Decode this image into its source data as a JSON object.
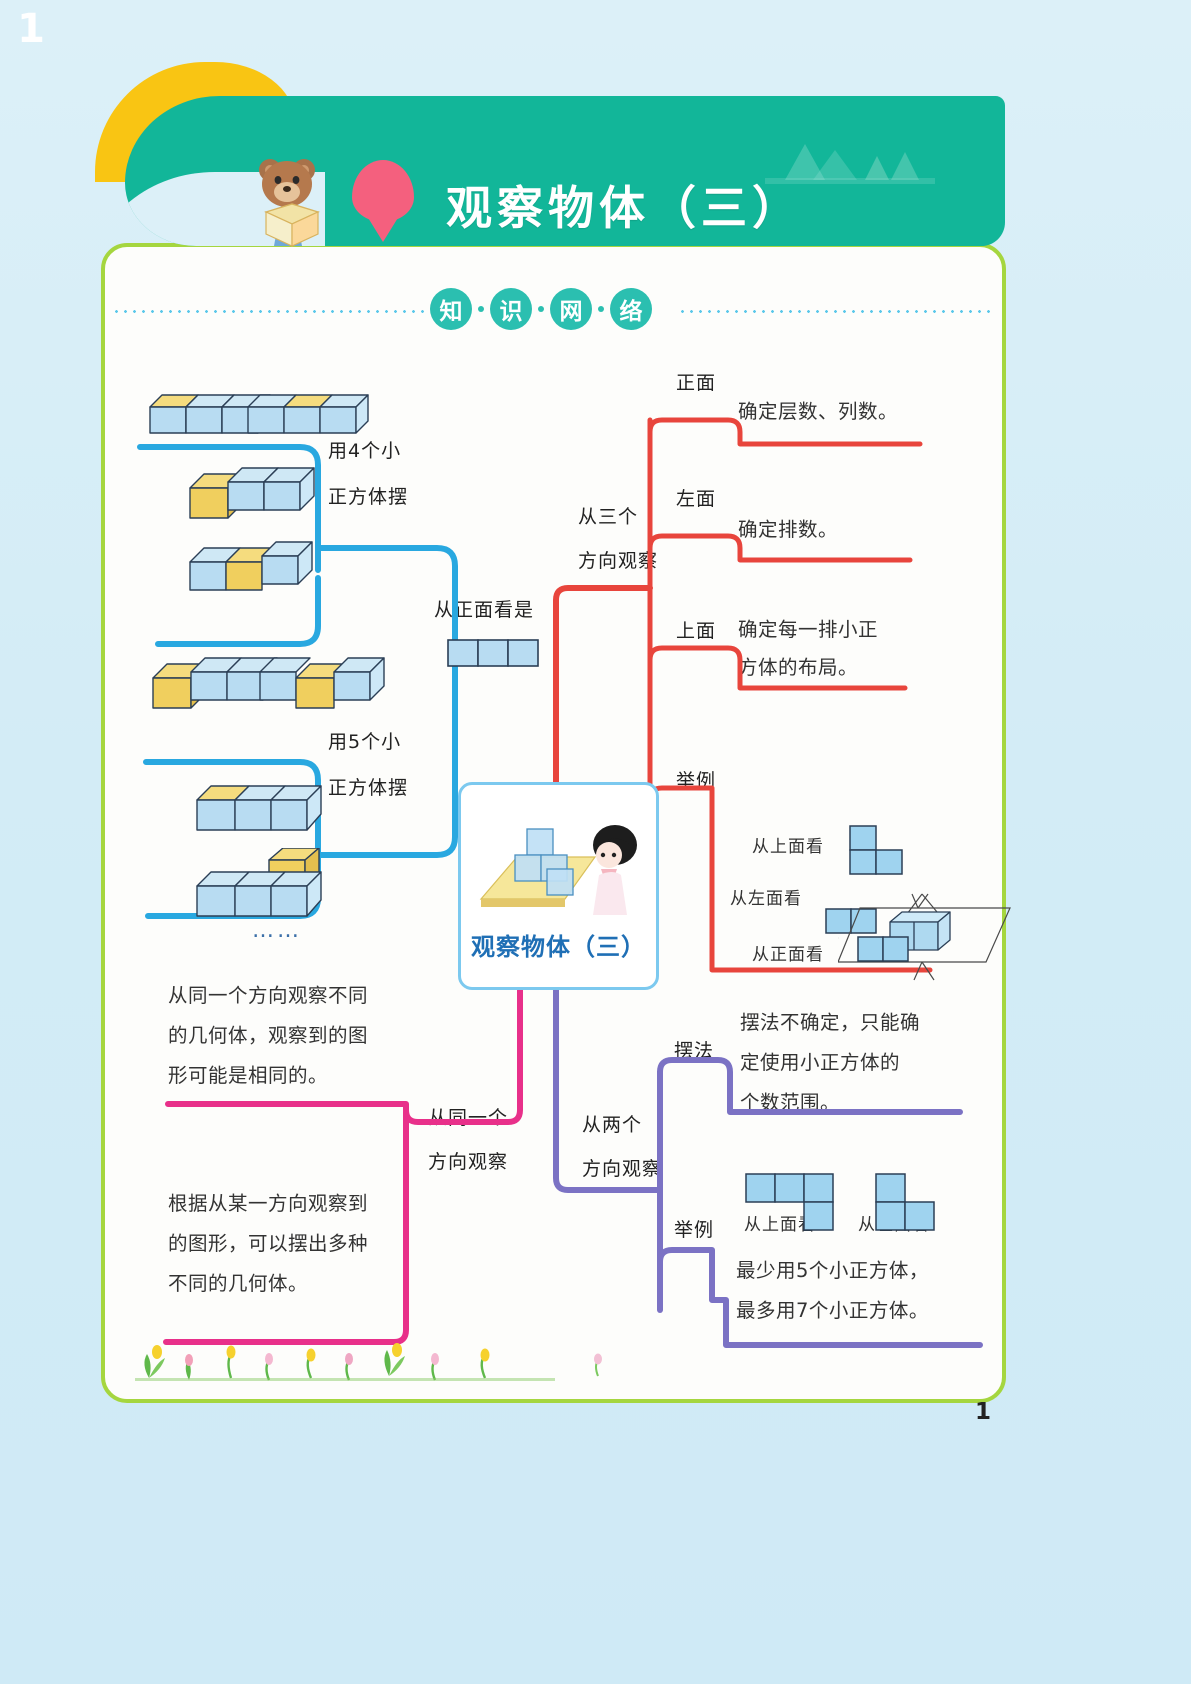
{
  "book": {
    "chapter_number": "1",
    "chapter_title": "观察物体（三）",
    "page_number": "1",
    "section_header": [
      "知",
      "识",
      "网",
      "络"
    ]
  },
  "center": {
    "label": "观察物体（三）",
    "illustration": "girl-observing-cubes-on-table"
  },
  "branches": {
    "blue_left": {
      "color": "#29a8e0",
      "node_label": "从正面看是",
      "front_view_shape": "three-squares-in-a-row",
      "groups": [
        {
          "label": "用4个小\n正方体摆",
          "label_line1": "用4个小",
          "label_line2": "正方体摆",
          "ellipsis": "……"
        },
        {
          "label_line1": "用5个小",
          "label_line2": "正方体摆",
          "ellipsis": "……"
        }
      ]
    },
    "red_right": {
      "color": "#e8453c",
      "label_line1": "从三个",
      "label_line2": "方向观察",
      "items": [
        {
          "key": "正面",
          "text": "确定层数、列数。"
        },
        {
          "key": "左面",
          "text": "确定排数。"
        },
        {
          "key": "上面",
          "text_line1": "确定每一排小正",
          "text_line2": "方体的布局。"
        },
        {
          "key": "举例",
          "captions": [
            "从上面看",
            "从左面看",
            "从正面看"
          ]
        }
      ]
    },
    "pink_bottom_left": {
      "color": "#e8308a",
      "label_line1": "从同一个",
      "label_line2": "方向观察",
      "texts": [
        {
          "lines": [
            "从同一个方向观察不同",
            "的几何体，观察到的图",
            "形可能是相同的。"
          ]
        },
        {
          "lines": [
            "根据从某一方向观察到",
            "的图形，可以摆出多种",
            "不同的几何体。"
          ]
        }
      ]
    },
    "purple_bottom_right": {
      "color": "#7b72c4",
      "label_line1": "从两个",
      "label_line2": "方向观察",
      "items": [
        {
          "key": "摆法",
          "lines": [
            "摆法不确定，只能确",
            "定使用小正方体的",
            "个数范围。"
          ]
        },
        {
          "key": "举例",
          "captions": [
            "从上面看",
            "从左面看"
          ],
          "lines": [
            "最少用5个小正方体，",
            "最多用7个小正方体。"
          ]
        }
      ]
    }
  },
  "colors": {
    "page_background": "#d6eef7",
    "card_border": "#a5d63f",
    "banner_green": "#12b699",
    "banner_yellow": "#f9c513",
    "pin_pink": "#f4607e",
    "blue_branch": "#29a8e0",
    "red_branch": "#e8453c",
    "pink_branch": "#e8308a",
    "purple_branch": "#7b72c4",
    "cube_blue": "#b8dcf2",
    "cube_yellow": "#f5dc7e",
    "center_title_blue": "#1f6fb5"
  }
}
